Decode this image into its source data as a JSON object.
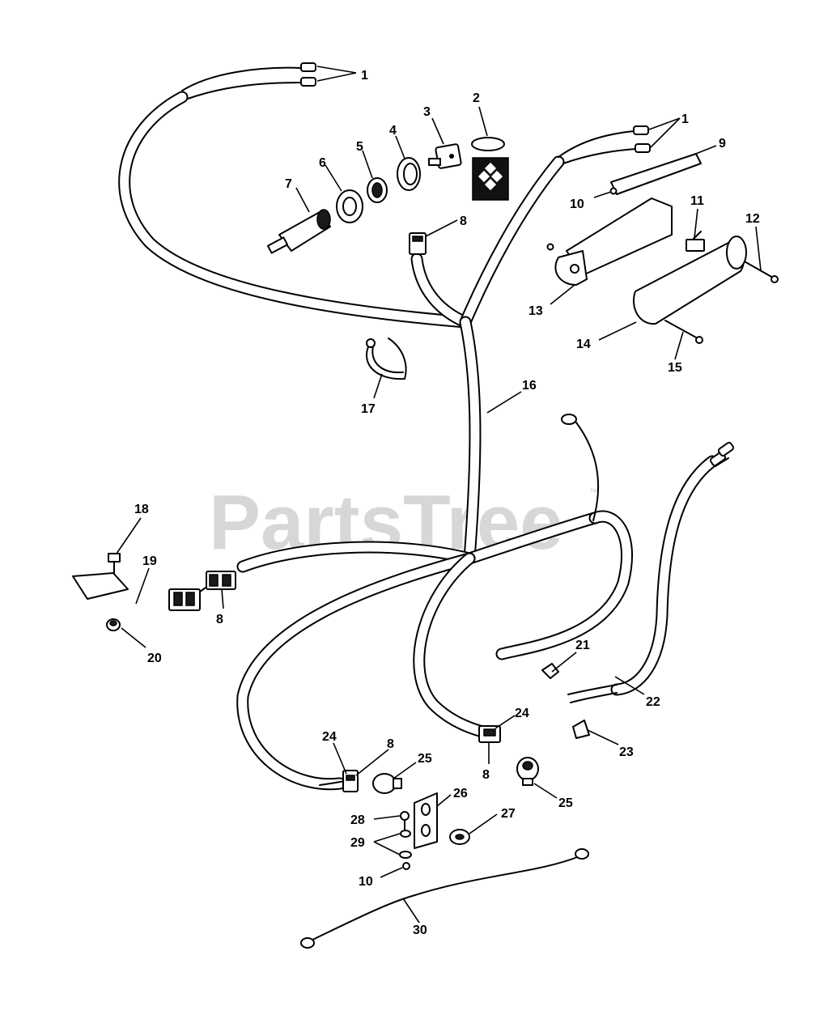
{
  "watermark": {
    "text": "PartsTree",
    "mark": "™"
  },
  "callouts": {
    "c1a": "1",
    "c1b": "1",
    "c2": "2",
    "c3": "3",
    "c4": "4",
    "c5": "5",
    "c6": "6",
    "c7": "7",
    "c8a": "8",
    "c8b": "8",
    "c8c": "8",
    "c8d": "8",
    "c9": "9",
    "c10a": "10",
    "c10b": "10",
    "c11": "11",
    "c12": "12",
    "c13": "13",
    "c14": "14",
    "c15": "15",
    "c16": "16",
    "c17": "17",
    "c18": "18",
    "c19": "19",
    "c20": "20",
    "c21": "21",
    "c22": "22",
    "c23": "23",
    "c24a": "24",
    "c24b": "24",
    "c25a": "25",
    "c25b": "25",
    "c26": "26",
    "c27": "27",
    "c28": "28",
    "c29": "29",
    "c30": "30"
  },
  "icons": {
    "decal": "warning-decal-icon",
    "key": "ignition-key-icon",
    "switch": "ignition-switch-icon"
  }
}
